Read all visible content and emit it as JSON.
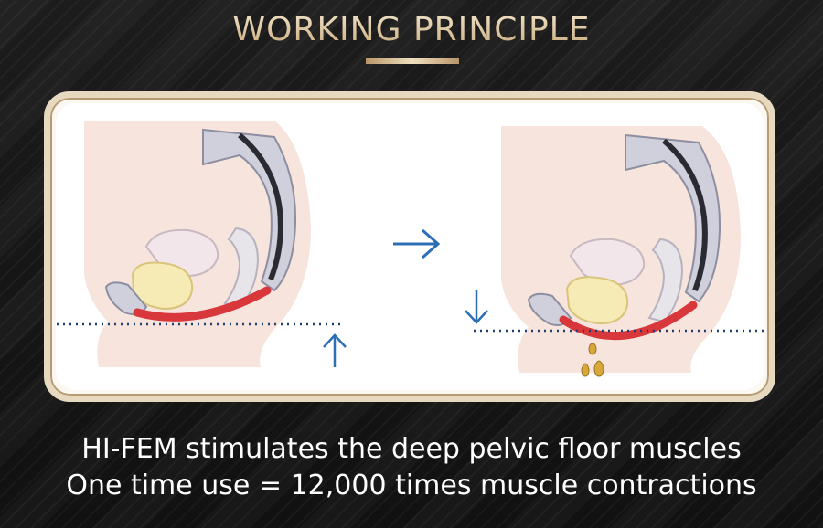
{
  "header": {
    "title": "WORKING PRINCIPLE"
  },
  "captions": {
    "line1": "HI-FEM stimulates the deep pelvic floor muscles",
    "line2": "One time use = 12,000 times muscle contractions"
  },
  "colors": {
    "gold": "#d9c6a3",
    "muscle_red": "#d8373b",
    "arrow_blue": "#2c6fb5",
    "dotted_navy": "#1f3f6e"
  },
  "icons": {
    "transition_arrow": "arrow-right-icon",
    "relaxed_indicator": "arrow-up-icon",
    "weakened_indicator": "arrow-down-icon"
  }
}
